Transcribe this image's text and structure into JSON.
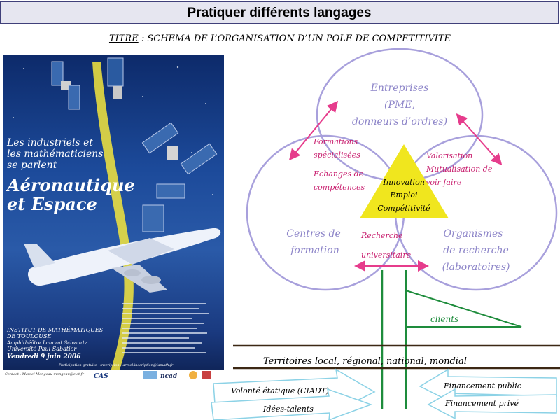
{
  "header": {
    "title": "Pratiquer différents langages"
  },
  "subtitle": {
    "lead": "TITRE",
    "rest": " : SCHEMA DE L’ORGANISATION D’UN POLE DE COMPETITIVITE"
  },
  "poster": {
    "headline_1": "Les industriels et",
    "headline_2": "les mathématiciens",
    "headline_3": "se parlent",
    "title_1": "Aéronautique",
    "title_2": "et Espace",
    "institute_1": "INSTITUT DE MATHÉMATIQUES",
    "institute_2": "DE TOULOUSE",
    "institute_3": "Amphithéâtre Laurent Schwartz",
    "institute_4": "Université Paul Sabatier",
    "date": "Vendredi 9 juin 2006",
    "participation": "Participation gratuite - inscription : armel.inscription@lamath.fr",
    "contact": "Contact : Marcel Mongeau   mongeau@cict.fr",
    "logo_1": "CAS",
    "logo_2": "ncad"
  },
  "circles": {
    "top": {
      "line1": "Entreprises",
      "line2": "(PME,",
      "line3": "donneurs d’ordres)"
    },
    "left": {
      "line1": "Centres de",
      "line2": "formation"
    },
    "right": {
      "line1": "Organismes",
      "line2": "de recherche",
      "line3": "(laboratoires)"
    }
  },
  "overlaps": {
    "left_top": {
      "line1": "Formations",
      "line2": "spécialisées",
      "line3": "Echanges de",
      "line4": "compétences"
    },
    "right_top": {
      "line1": "Valorisation",
      "line2": "Mutualisation de",
      "line3": "savoir faire"
    },
    "bottom": {
      "line1": "Recherche",
      "line2": "universitaire"
    }
  },
  "triangle": {
    "line1": "Innovation",
    "line2": "Emploi",
    "line3": "Compétitivité"
  },
  "clients": "clients",
  "territory": "Territoires local, régional, national, mondial",
  "arrows": {
    "left_1": "Volonté étatique (CIADT)",
    "left_2": "Idées-talents",
    "right_1": "Financement public",
    "right_2": "Financement privé"
  },
  "colors": {
    "circle": "#a8a0dc",
    "label": "#8c84c8",
    "overlap_text": "#c81e6e",
    "arrow_pink": "#e63c8c",
    "triangle": "#f0e61e",
    "green": "#1e8c3c",
    "flow_arrow": "#8cd2e6",
    "header_bg": "#e6e6f0"
  }
}
